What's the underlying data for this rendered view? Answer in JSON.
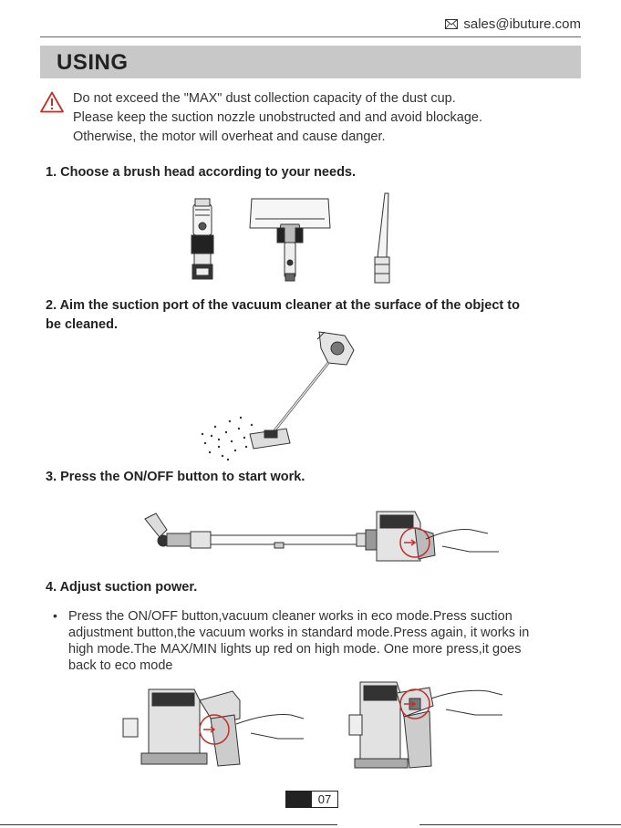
{
  "header": {
    "email": "sales@ibuture.com",
    "icon": "envelope-icon"
  },
  "section": {
    "title": "USING"
  },
  "warning": {
    "icon": "warning-triangle-icon",
    "lines": [
      "Do not exceed the \"MAX\" dust collection capacity of the dust cup.",
      "Please keep the suction nozzle unobstructed and and avoid blockage.",
      "Otherwise, the motor will overheat and cause danger."
    ]
  },
  "steps": [
    {
      "text": "1. Choose a brush head according to your needs."
    },
    {
      "text_lines": [
        "2. Aim the suction port of the vacuum cleaner at the surface of the object to",
        "be cleaned."
      ]
    },
    {
      "text": "3. Press the ON/OFF button to start work."
    },
    {
      "text": "4. Adjust suction power."
    }
  ],
  "bullet": {
    "lines": [
      "Press the ON/OFF button,vacuum cleaner works in eco mode.Press suction",
      "adjustment button,the vacuum works in standard mode.Press again, it works in",
      "high mode.The MAX/MIN lights up red on high mode. One more press,it goes",
      "back to eco mode"
    ]
  },
  "footer": {
    "page_number": "07"
  }
}
